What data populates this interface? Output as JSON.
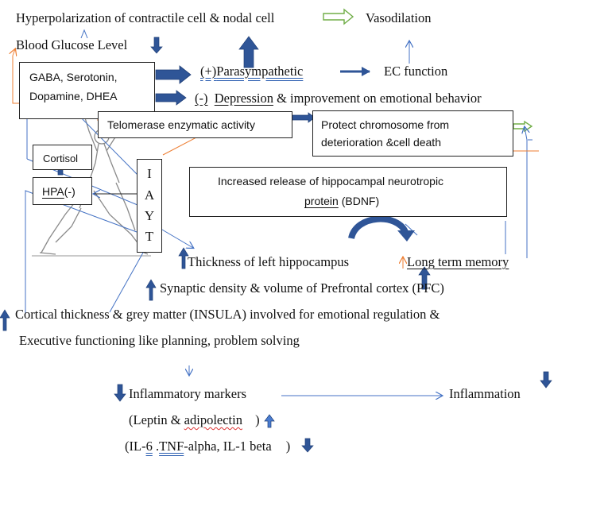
{
  "colors": {
    "thin_arrow": "#4472c4",
    "block_arrow": "#2f5597",
    "green_arrow": "#70ad47",
    "orange_arrow": "#ed7d31"
  },
  "lines": {
    "hyperpolarization": "Hyperpolarization of contractile cell & nodal cell",
    "vasodilation": "Vasodilation",
    "blood_glucose": "Blood Glucose Level",
    "parasympathetic_prefix": "(+)",
    "parasympathetic": "Parasympathetic",
    "ec_function": "EC function",
    "depression_prefix": "(-)",
    "depression": "Depression",
    "depression_suffix": " & improvement on emotional behavior",
    "left_hippocampus": "Thickness of left hippocampus",
    "long_term_memory": "Long term memory",
    "pfc": "Synaptic density & volume of Prefrontal cortex (PFC)",
    "insula": "Cortical thickness & grey matter (INSULA) involved for emotional regulation &",
    "executive": "Executive functioning like planning, problem solving",
    "inflammatory_markers": "Inflammatory markers",
    "inflammation": "Inflammation",
    "leptin_open": "(Leptin & ",
    "adipolectin": "adipolectin",
    "leptin_close": " )",
    "il_open": "(IL-",
    "il_six": "6",
    "il_space": " .",
    "tnf": "TNF",
    "il_rest": "-alpha, IL-1 beta ",
    "il_close": ")"
  },
  "boxes": {
    "gaba_line1": "GABA, Serotonin,",
    "gaba_line2": "Dopamine, DHEA",
    "telomerase": "Telomerase enzymatic activity",
    "protect_line1": "Protect chromosome from",
    "protect_line2": "deterioration &cell death",
    "cortisol": "Cortisol",
    "hpa": "HPA",
    "hpa_suffix": "(-)",
    "bdnf_line1": "Increased release of hippocampal neurotropic",
    "bdnf_protein": "protein",
    "bdnf_suffix": "  (BDNF)",
    "iayt_letters": [
      "I",
      "A",
      "Y",
      "T"
    ]
  },
  "icons": [
    "up-arrow-icon",
    "down-arrow-icon",
    "right-block-arrow-icon",
    "curved-arrow-icon",
    "yoga-pose-figure"
  ]
}
